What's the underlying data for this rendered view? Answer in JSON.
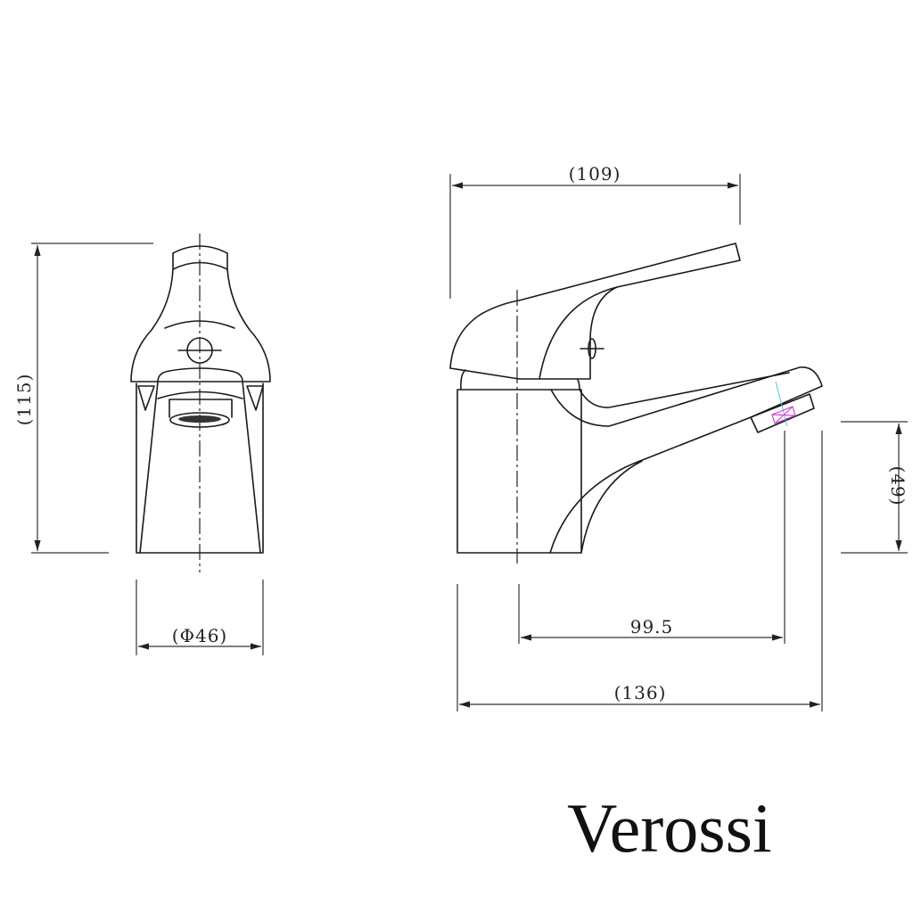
{
  "dimensions": {
    "front_height": "(115)",
    "front_diameter": "(Φ46)",
    "side_width_top": "(109)",
    "spout_height": "(49)",
    "spout_reach": "99.5",
    "overall_length": "(136)"
  },
  "brand": {
    "logo_text": "Verossi"
  },
  "colors": {
    "line": "#1a1a1a",
    "marker": "#d040d0",
    "guide": "#60c0e0"
  }
}
